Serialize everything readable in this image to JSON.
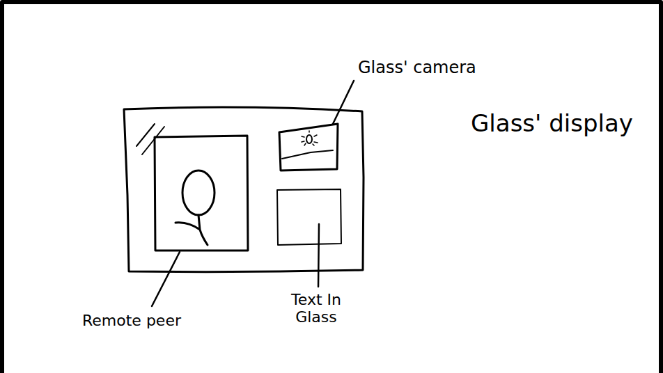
{
  "diagram": {
    "labels": [
      "Glass' camera",
      "Glass' display",
      "Remote peer",
      "Text In Glass"
    ]
  }
}
